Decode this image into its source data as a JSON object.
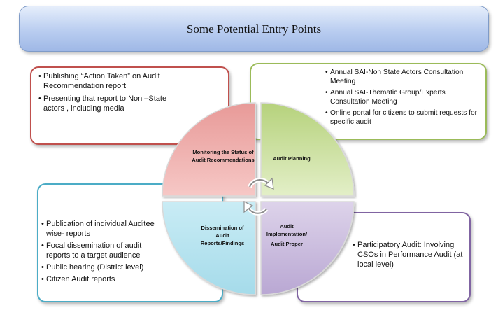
{
  "title": "Some Potential Entry Points",
  "quadrants": {
    "top_left": "Monitoring  the Status of Audit Recommendations",
    "top_right": "Audit Planning",
    "bottom_left": "Dissemination of Audit Reports/Findings",
    "bottom_right_line1": "Audit",
    "bottom_right_line2": "Implementation/",
    "bottom_right_line3": "Audit Proper"
  },
  "boxes": {
    "red": {
      "items": [
        "Publishing “Action Taken” on Audit Recommendation report",
        "Presenting that report to Non –State actors , including media"
      ]
    },
    "green": {
      "items": [
        "Annual SAI-Non State Actors Consultation Meeting",
        "Annual SAI-Thematic Group/Experts Consultation Meeting",
        "Online portal for citizens to submit requests for specific audit"
      ]
    },
    "blue": {
      "items": [
        "Publication of individual Auditee wise- reports",
        "Focal dissemination of audit reports to a target audience",
        "Public hearing (District level)",
        "Citizen Audit reports"
      ]
    },
    "purple": {
      "items": [
        "Participatory Audit: Involving CSOs in Performance Audit (at local level)"
      ]
    }
  },
  "colors": {
    "red": "#c0504d",
    "green": "#9bbb59",
    "blue": "#4bacc6",
    "purple": "#8064a2"
  }
}
